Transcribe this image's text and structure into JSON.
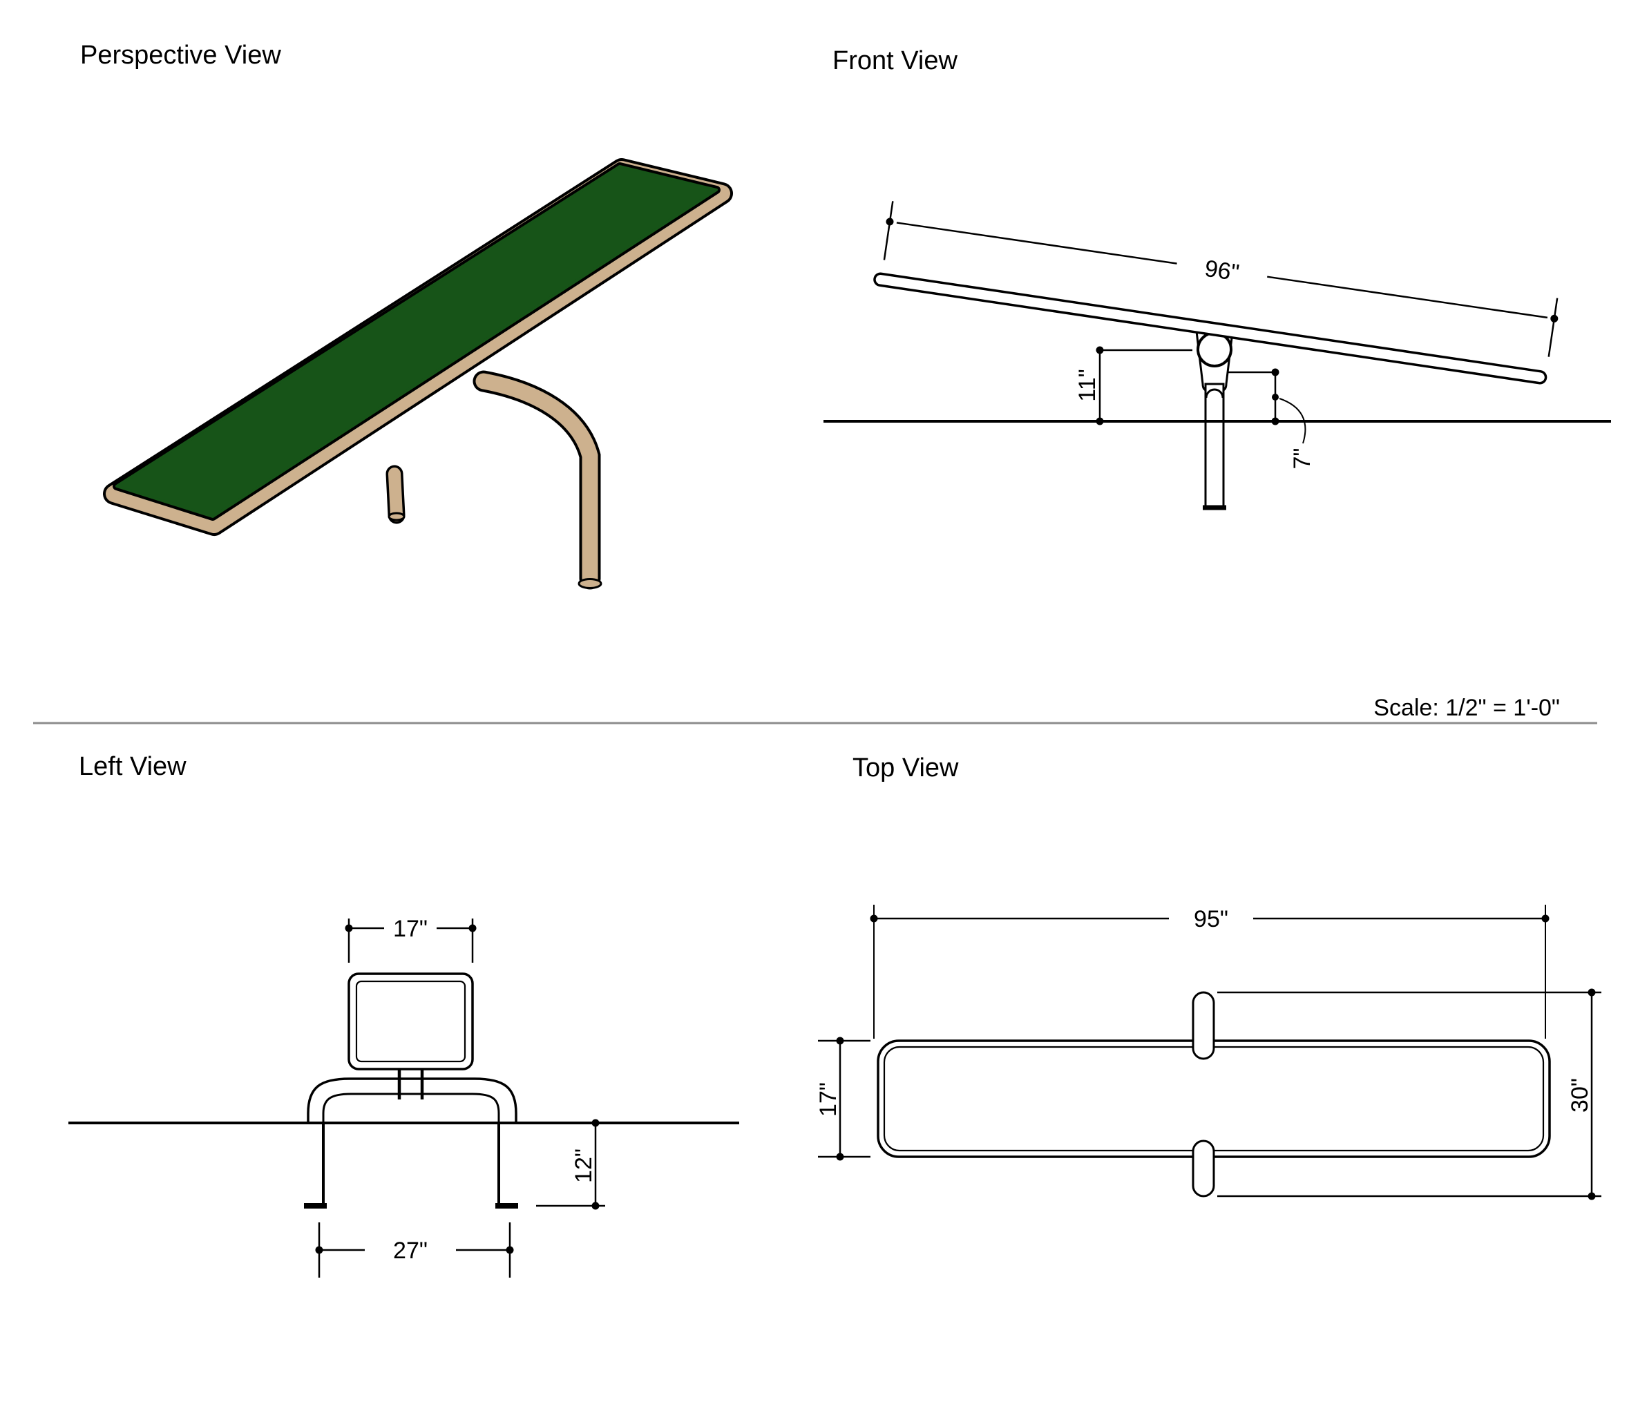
{
  "titles": {
    "perspective": "Perspective View",
    "front": "Front View",
    "left": "Left View",
    "top": "Top View"
  },
  "scale_note": "Scale: 1/2\" = 1'-0\"",
  "front_dims": {
    "board_length": "96\"",
    "pivot_height": "11\"",
    "fulcrum_height": "7\""
  },
  "left_dims": {
    "board_width": "17\"",
    "leg_spread": "27\"",
    "buried_depth": "12\""
  },
  "top_dims": {
    "board_length": "95\"",
    "board_width": "17\"",
    "pivot_tube_length": "30\""
  },
  "colors": {
    "board_top": "#175418",
    "frame_tan": "#cdb18e",
    "outline": "#000000",
    "divider": "#8c8c8c"
  }
}
